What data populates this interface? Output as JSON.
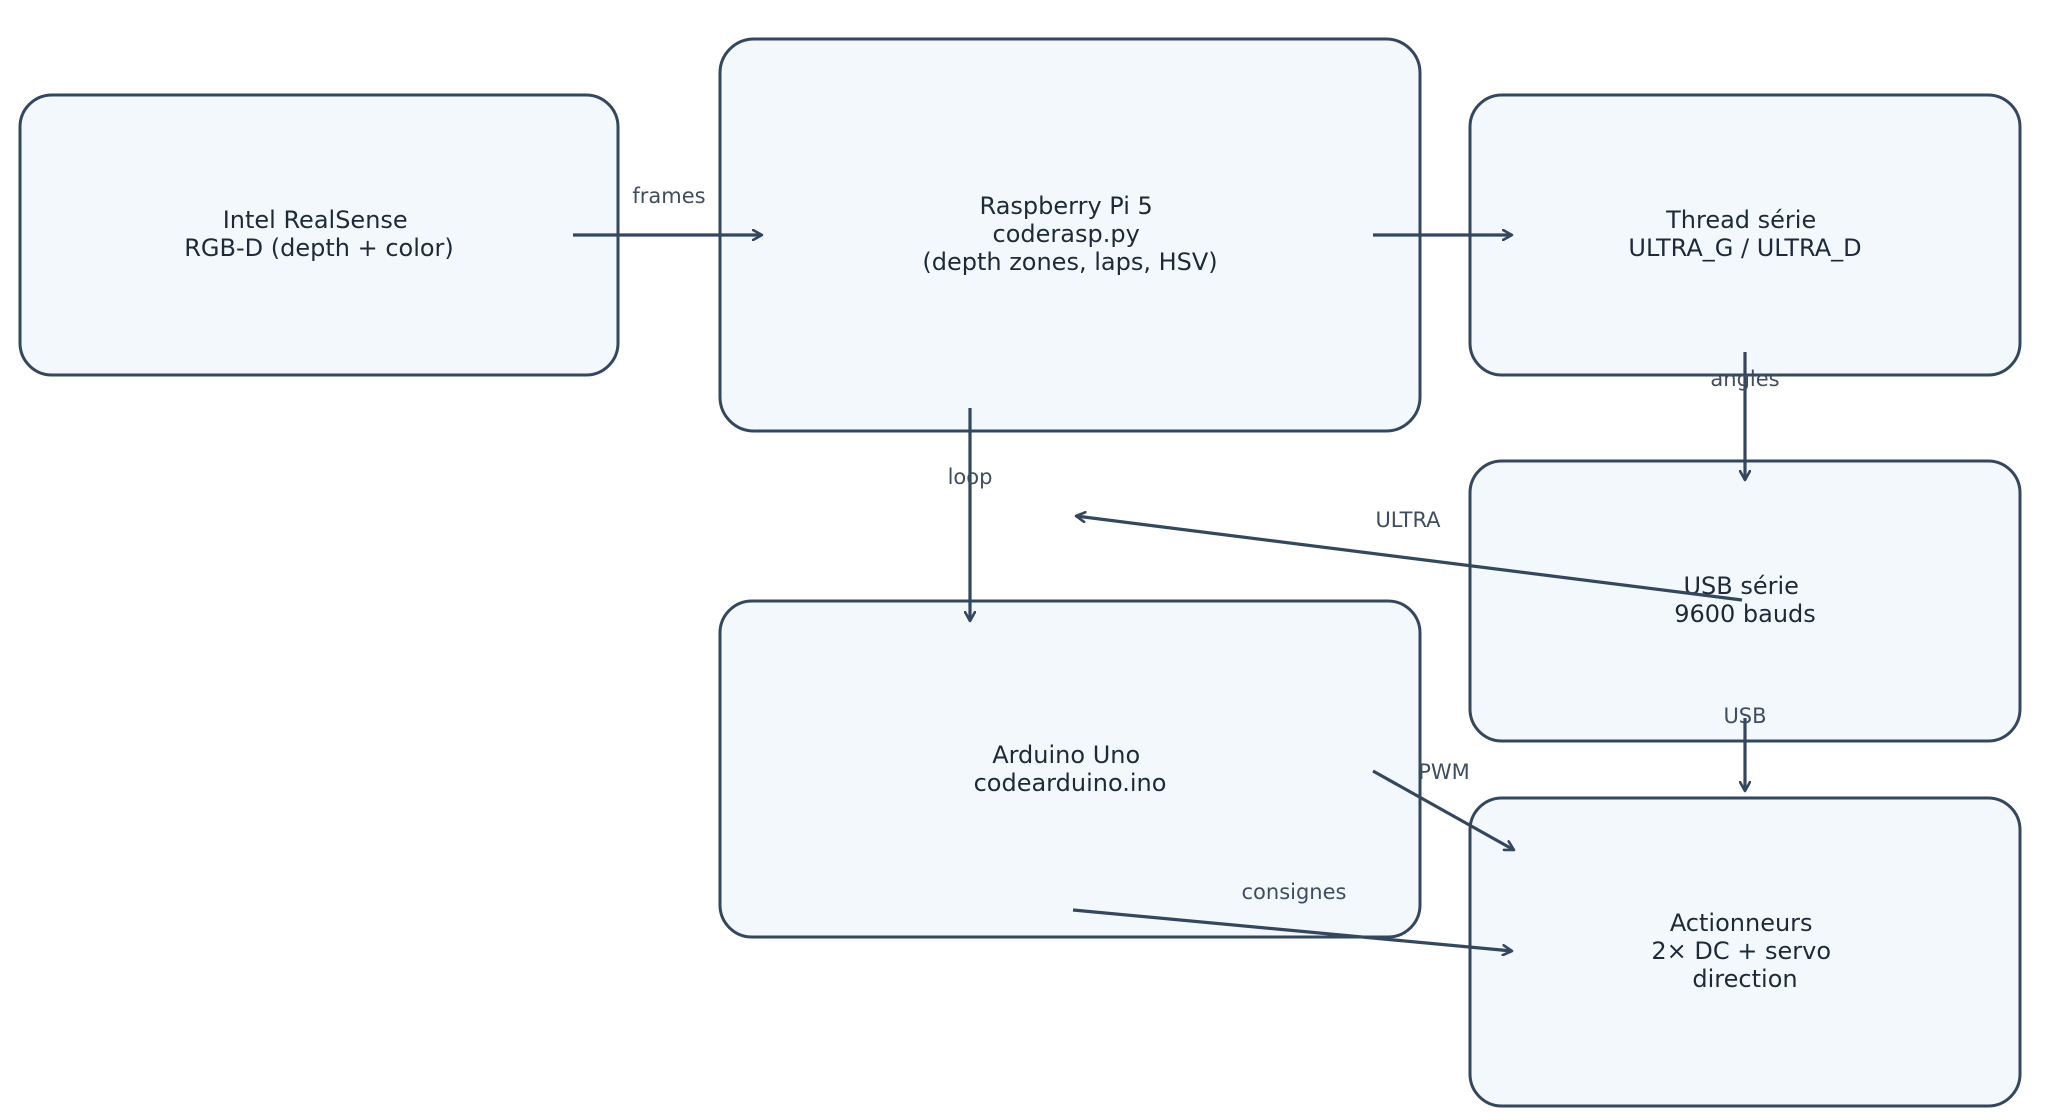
{
  "diagram": {
    "nodes": {
      "realsense": {
        "lines": [
          "Intel RealSense",
          "RGB-D (depth + color)"
        ]
      },
      "raspberry": {
        "lines": [
          "Raspberry Pi 5",
          "coderasp.py",
          "(depth zones, laps, HSV)"
        ]
      },
      "thread": {
        "lines": [
          "Thread série",
          "ULTRA_G / ULTRA_D"
        ]
      },
      "usb": {
        "lines": [
          "USB série",
          "9600 bauds"
        ]
      },
      "arduino": {
        "lines": [
          "Arduino Uno",
          "codearduino.ino"
        ]
      },
      "actuators": {
        "lines": [
          "Actionneurs",
          "2× DC + servo",
          "direction"
        ]
      }
    },
    "edges": {
      "frames": {
        "label": "frames"
      },
      "rasp_thread": {
        "label": ""
      },
      "angles": {
        "label": "angles"
      },
      "ultra": {
        "label": "ULTRA"
      },
      "loop": {
        "label": "loop"
      },
      "usb_act": {
        "label": "USB"
      },
      "pwm": {
        "label": "PWM"
      },
      "consignes": {
        "label": "consignes"
      }
    }
  }
}
